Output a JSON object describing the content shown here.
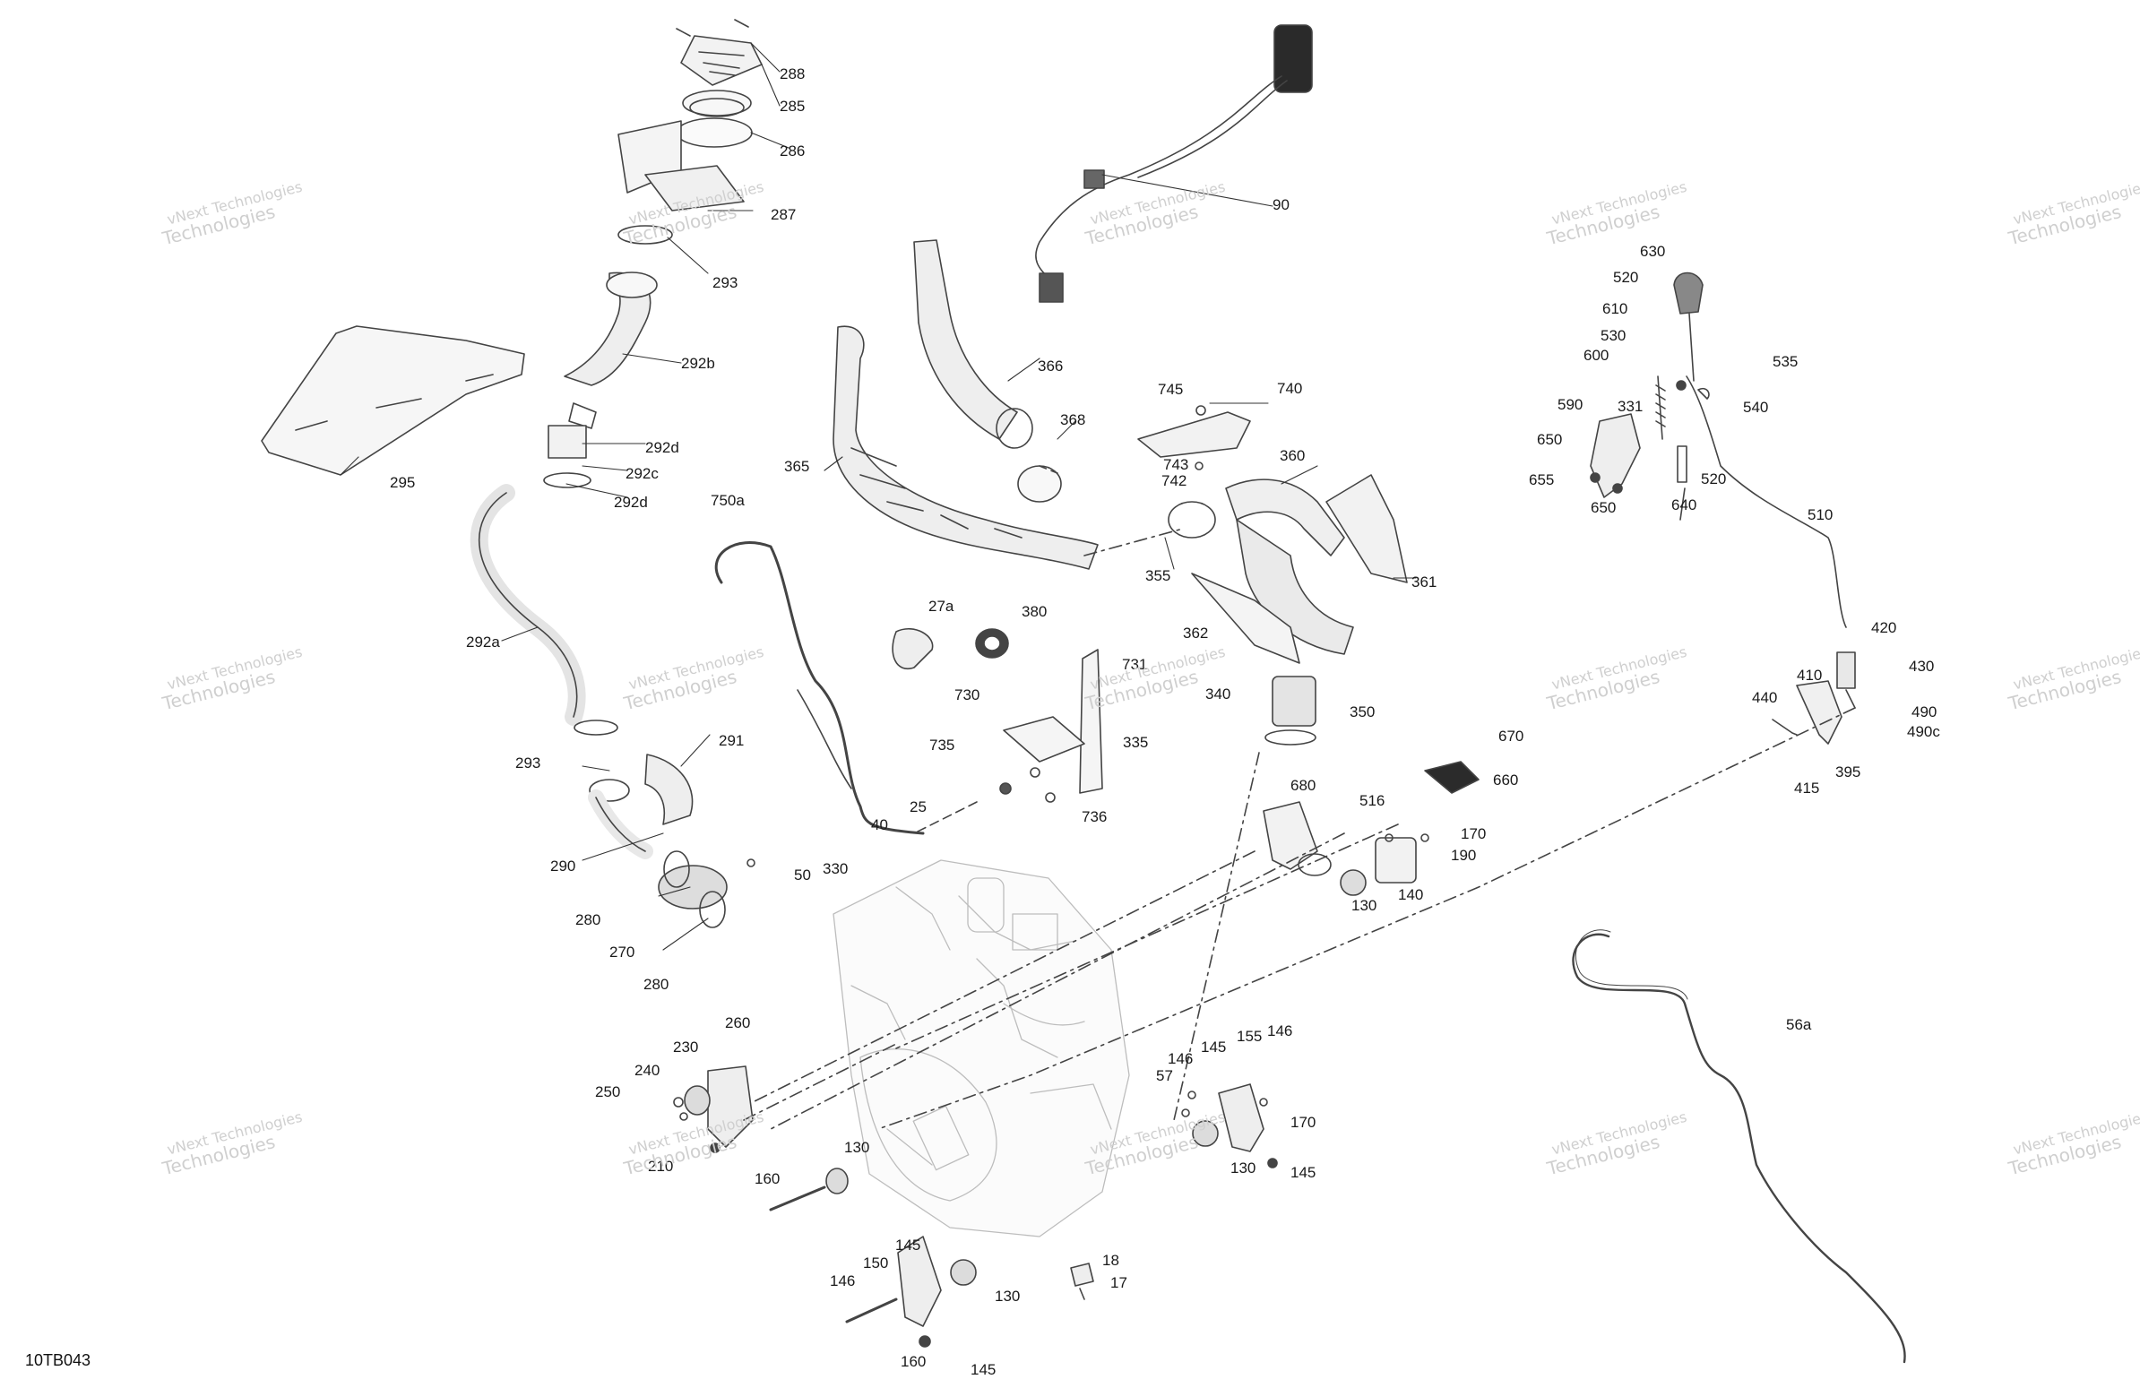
{
  "figure_code": "10TB043",
  "watermark": {
    "line1": "vNext Technologies",
    "line2": "Technologies",
    "brand": "vNext"
  },
  "part_labels": [
    "288",
    "285",
    "286",
    "287",
    "293",
    "292b",
    "292d",
    "292c",
    "292d",
    "295",
    "292a",
    "293",
    "291",
    "290",
    "280",
    "270",
    "280",
    "90",
    "366",
    "368",
    "365",
    "745",
    "740",
    "743",
    "742",
    "360",
    "355",
    "361",
    "362",
    "750a",
    "27a",
    "380",
    "731",
    "730",
    "735",
    "335",
    "736",
    "25",
    "40",
    "340",
    "350",
    "630",
    "520",
    "610",
    "530",
    "535",
    "600",
    "540",
    "331",
    "590",
    "650",
    "655",
    "520",
    "650",
    "640",
    "510",
    "420",
    "430",
    "410",
    "440",
    "490",
    "490c",
    "415",
    "395",
    "670",
    "660",
    "680",
    "516",
    "170",
    "190",
    "130",
    "140",
    "50",
    "330",
    "260",
    "230",
    "240",
    "250",
    "210",
    "130",
    "160",
    "146",
    "145",
    "155",
    "146",
    "57",
    "170",
    "130",
    "145",
    "56a",
    "145",
    "150",
    "146",
    "130",
    "18",
    "17",
    "160",
    "145"
  ]
}
